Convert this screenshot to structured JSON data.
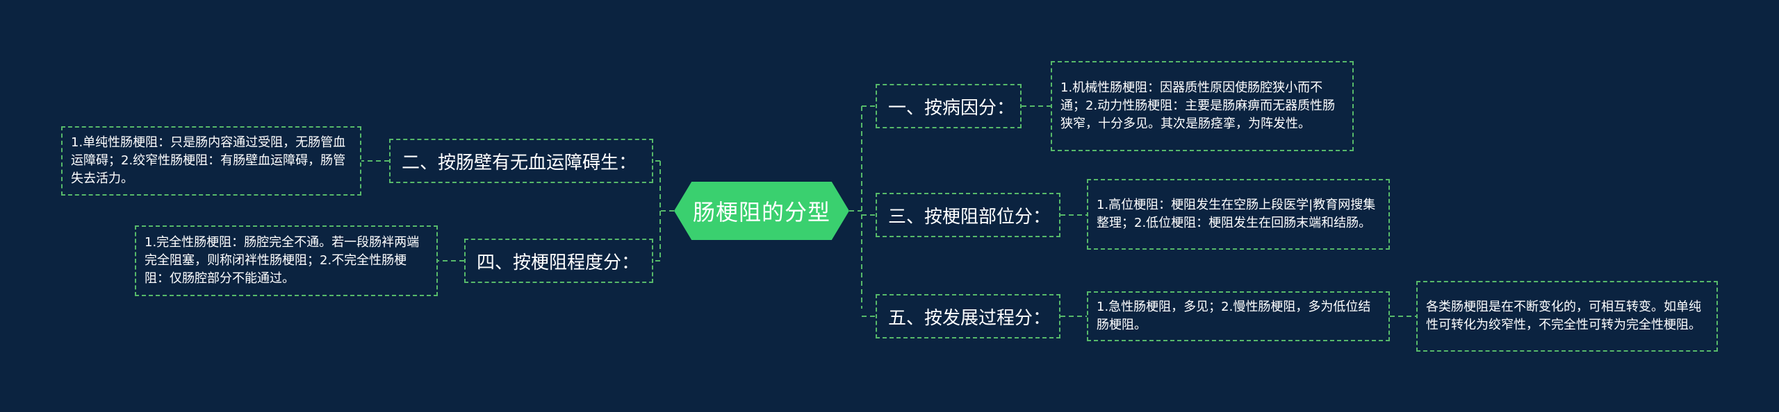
{
  "colors": {
    "background": "#0b2340",
    "accent": "#3ad06f",
    "line": "#57b96a",
    "text": "#ffffff"
  },
  "root": {
    "label": "肠梗阻的分型"
  },
  "branches": {
    "cause": {
      "label": "一、按病因分：",
      "detail": "1.机械性肠梗阻：因器质性原因使肠腔狭小而不通；2.动力性肠梗阻：主要是肠麻痹而无器质性肠狭窄，十分多见。其次是肠痉挛，为阵发性。"
    },
    "blood": {
      "label": "二、按肠壁有无血运障碍生：",
      "detail": "1.单纯性肠梗阻：只是肠内容通过受阻，无肠管血运障碍；2.绞窄性肠梗阻：有肠壁血运障碍，肠管失去活力。"
    },
    "location": {
      "label": "三、按梗阻部位分：",
      "detail": "1.高位梗阻：梗阻发生在空肠上段医学|教育网搜集整理；2.低位梗阻：梗阻发生在回肠末端和结肠。"
    },
    "degree": {
      "label": "四、按梗阻程度分：",
      "detail": "1.完全性肠梗阻：肠腔完全不通。若一段肠袢两端完全阻塞，则称闭袢性肠梗阻；2.不完全性肠梗阻：仅肠腔部分不能通过。"
    },
    "course": {
      "label": "五、按发展过程分：",
      "detail": "1.急性肠梗阻，多见；2.慢性肠梗阻，多为低位结肠梗阻。",
      "note": "各类肠梗阻是在不断变化的，可相互转变。如单纯性可转化为绞窄性，不完全性可转为完全性梗阻。"
    }
  }
}
